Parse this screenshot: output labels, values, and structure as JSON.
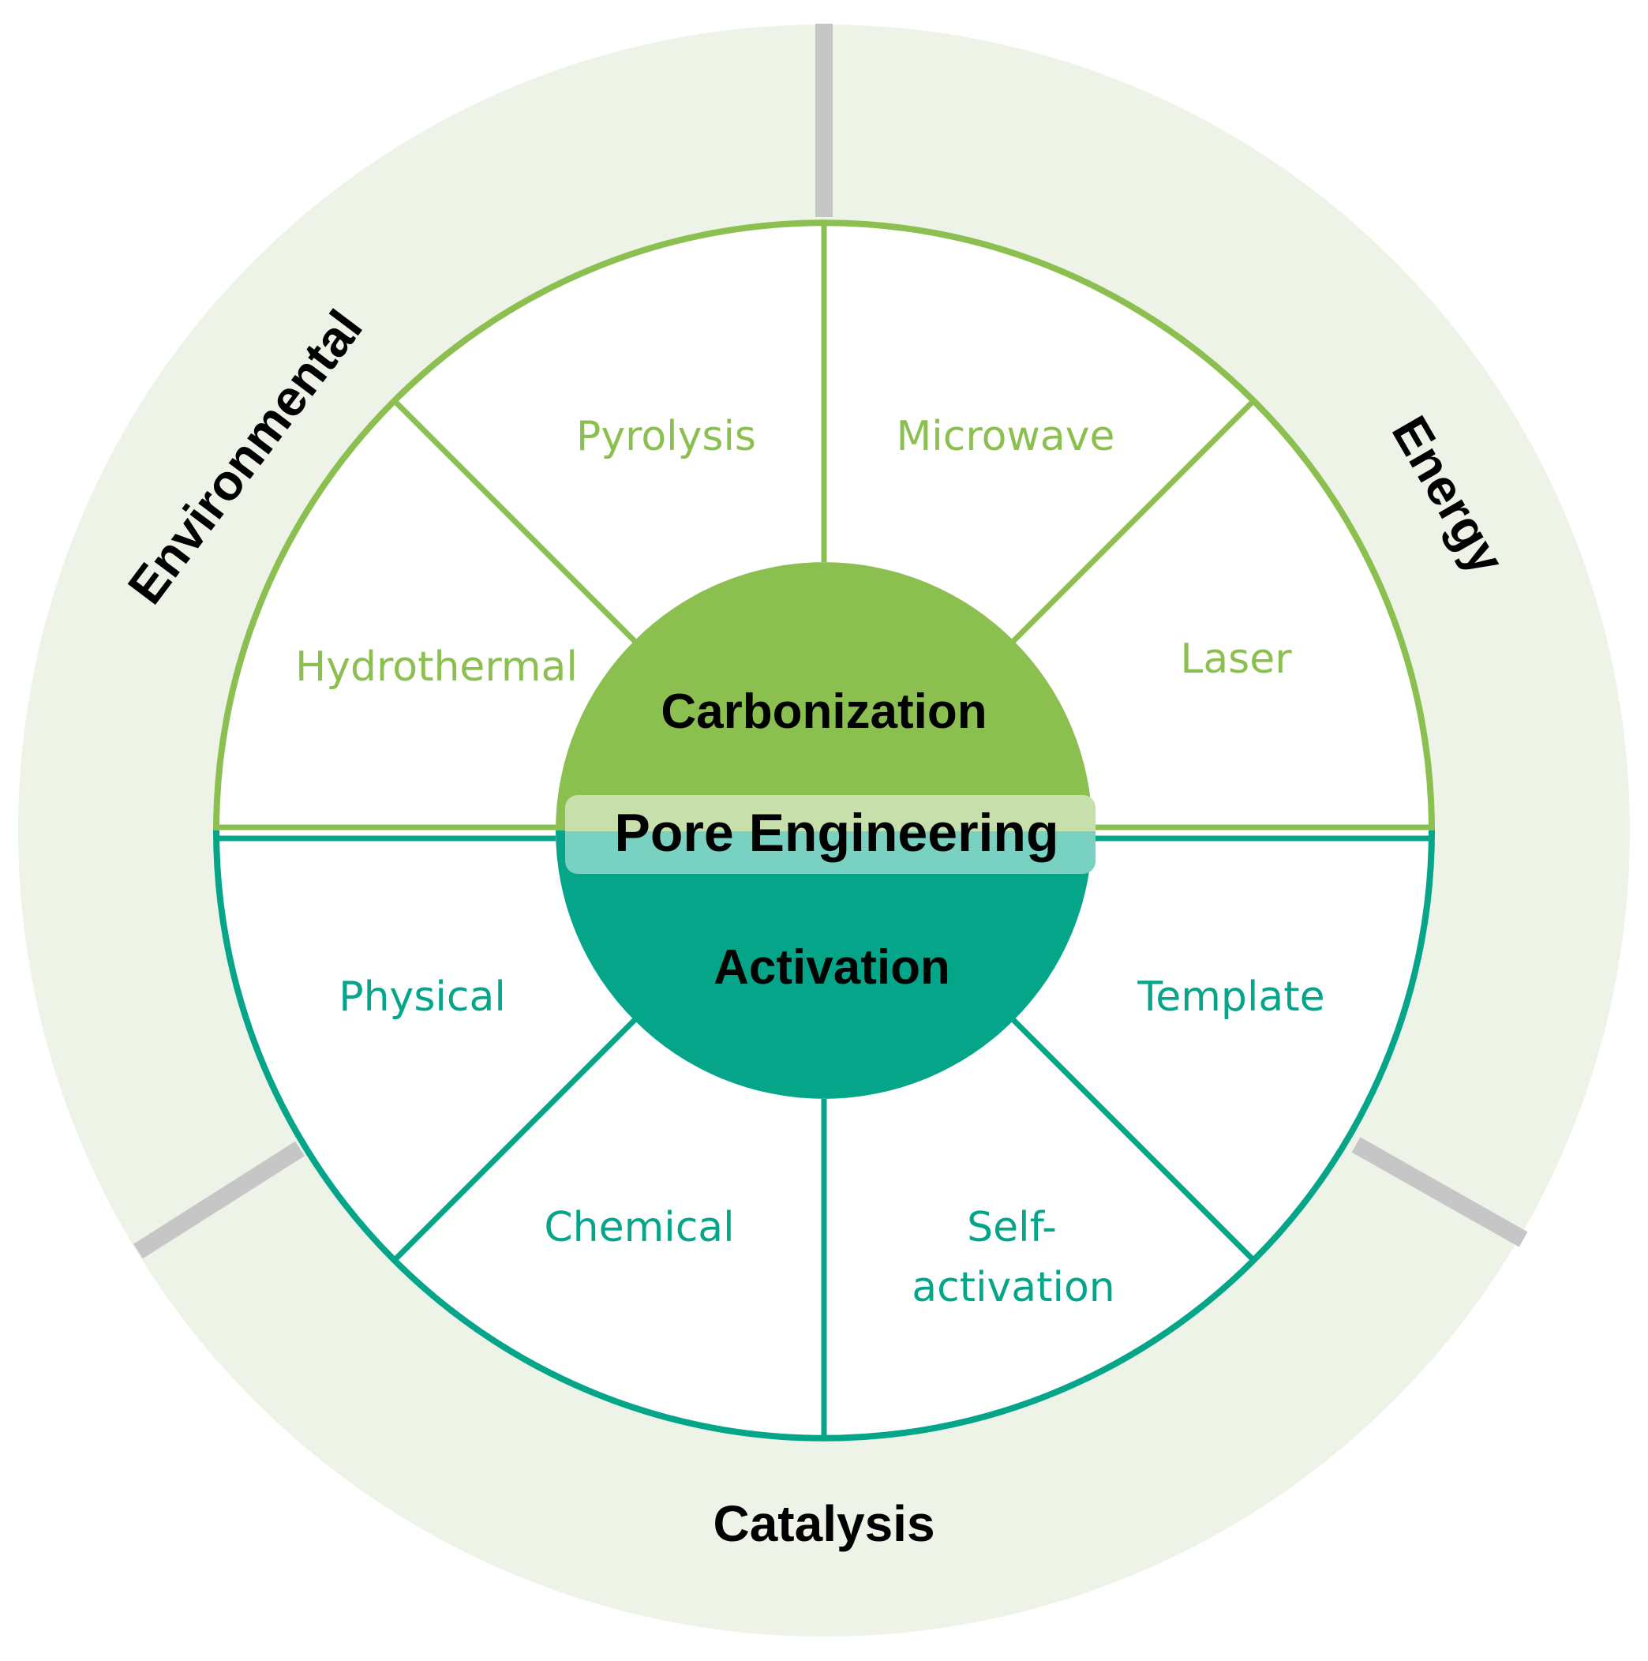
{
  "colors": {
    "outer_ring": "#eef3e7",
    "divider_gray": "#c6c6c6",
    "carbonization": "#8bbf50",
    "activation": "#04a589",
    "band_top": "#c7e0ab",
    "band_bottom": "#79d1c1",
    "background": "#ffffff"
  },
  "applications": {
    "environmental": "Environmental",
    "energy": "Energy",
    "catalysis": "Catalysis"
  },
  "center": {
    "title": "Pore Engineering",
    "carbonization": "Carbonization",
    "activation": "Activation"
  },
  "carbonization_methods": {
    "pyrolysis": "Pyrolysis",
    "microwave": "Microwave",
    "hydrothermal": "Hydrothermal",
    "laser": "Laser"
  },
  "activation_methods": {
    "physical": "Physical",
    "template": "Template",
    "chemical": "Chemical",
    "self_activation_line1": "Self-",
    "self_activation_line2": "activation"
  }
}
